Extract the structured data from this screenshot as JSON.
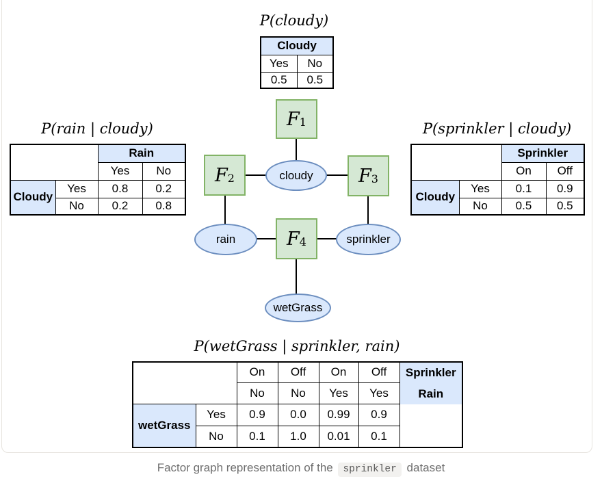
{
  "titles": {
    "cloudy": "P(cloudy)",
    "rain": "P(rain | cloudy)",
    "sprinkler": "P(sprinkler | cloudy)",
    "wetgrass": "P(wetGrass | sprinkler, rain)"
  },
  "graph": {
    "factors": [
      {
        "label": "F",
        "sub": "1"
      },
      {
        "label": "F",
        "sub": "2"
      },
      {
        "label": "F",
        "sub": "3"
      },
      {
        "label": "F",
        "sub": "4"
      }
    ],
    "variables": {
      "cloudy": "cloudy",
      "rain": "rain",
      "sprinkler": "sprinkler",
      "wetgrass": "wetGrass"
    },
    "colors": {
      "factor_fill": "#d5e8d4",
      "factor_border": "#82b366",
      "variable_fill": "#dae8fc",
      "variable_border": "#6c8ebf",
      "table_header_fill": "#dae8fc"
    }
  },
  "tables": {
    "cloudy": {
      "header": "Cloudy",
      "cols": [
        "Yes",
        "No"
      ],
      "values": [
        "0.5",
        "0.5"
      ]
    },
    "rain": {
      "col_group": "Rain",
      "cols": [
        "Yes",
        "No"
      ],
      "row_group": "Cloudy",
      "rows": [
        {
          "label": "Yes",
          "values": [
            "0.8",
            "0.2"
          ]
        },
        {
          "label": "No",
          "values": [
            "0.2",
            "0.8"
          ]
        }
      ]
    },
    "sprinkler": {
      "col_group": "Sprinkler",
      "cols": [
        "On",
        "Off"
      ],
      "row_group": "Cloudy",
      "rows": [
        {
          "label": "Yes",
          "values": [
            "0.1",
            "0.9"
          ]
        },
        {
          "label": "No",
          "values": [
            "0.5",
            "0.5"
          ]
        }
      ]
    },
    "wetgrass": {
      "col_group_line1": "Sprinkler",
      "col_group_line2": "Rain",
      "cols_line1": [
        "On",
        "Off",
        "On",
        "Off"
      ],
      "cols_line2": [
        "No",
        "No",
        "Yes",
        "Yes"
      ],
      "row_group": "wetGrass",
      "rows": [
        {
          "label": "Yes",
          "values": [
            "0.9",
            "0.0",
            "0.99",
            "0.9"
          ]
        },
        {
          "label": "No",
          "values": [
            "0.1",
            "1.0",
            "0.01",
            "0.1"
          ]
        }
      ]
    }
  },
  "caption": {
    "prefix": "Factor graph representation of the",
    "code": "sprinkler",
    "suffix": "dataset"
  }
}
